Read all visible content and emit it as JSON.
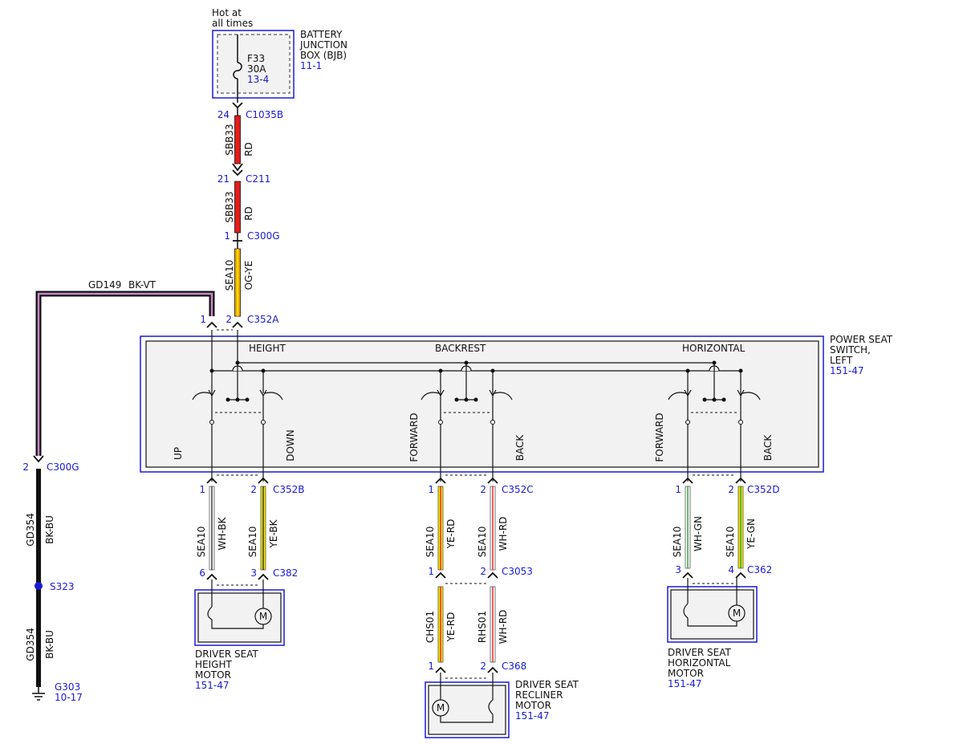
{
  "colors": {
    "blue": "#1a1ad6",
    "red": "#e31b1b",
    "og_ye": "#f0a800",
    "yellow": "#f2e600",
    "yellow_core": "#c9c000",
    "green": "#2a9a2a",
    "violet": "#c888c8",
    "black": "#111111",
    "box_fill": "#f2f2f2"
  },
  "bjb": {
    "hot": [
      "Hot at",
      "all times"
    ],
    "fuse": "F33",
    "amps": "30A",
    "ref": "13-4",
    "name": [
      "BATTERY",
      "JUNCTION",
      "BOX (BJB)"
    ],
    "name_ref": "11-1"
  },
  "connectors": {
    "c1035b": {
      "pin": "24",
      "name": "C1035B"
    },
    "c211": {
      "pin": "21",
      "name": "C211"
    },
    "c300g_top": {
      "pin": "1",
      "name": "C300G"
    },
    "c352a": {
      "pin1": "1",
      "pin2": "2",
      "name": "C352A"
    },
    "c300g_left": {
      "pin": "2",
      "name": "C300G"
    },
    "c352b": {
      "pin1": "1",
      "pin2": "2",
      "name": "C352B"
    },
    "c352c": {
      "pin1": "1",
      "pin2": "2",
      "name": "C352C"
    },
    "c352d": {
      "pin1": "1",
      "pin2": "2",
      "name": "C352D"
    },
    "c382": {
      "pin1": "6",
      "pin2": "3",
      "name": "C382"
    },
    "c3053": {
      "pin1": "1",
      "pin2": "2",
      "name": "C3053"
    },
    "c368": {
      "pin1": "1",
      "pin2": "2",
      "name": "C368"
    },
    "c362": {
      "pin1": "3",
      "pin2": "4",
      "name": "C362"
    }
  },
  "wires": {
    "sbb33_a": {
      "circuit": "SBB33",
      "color": "RD"
    },
    "sbb33_b": {
      "circuit": "SBB33",
      "color": "RD"
    },
    "sea10_supply": {
      "circuit": "SEA10",
      "color": "OG-YE"
    },
    "gd149": {
      "circuit": "GD149",
      "color": "BK-VT"
    },
    "gd354_a": {
      "circuit": "GD354",
      "color": "BK-BU"
    },
    "gd354_b": {
      "circuit": "GD354",
      "color": "BK-BU"
    },
    "h1": {
      "circuit": "SEA10",
      "color": "WH-BK"
    },
    "h2": {
      "circuit": "SEA10",
      "color": "YE-BK"
    },
    "b1": {
      "circuit": "SEA10",
      "color": "YE-RD"
    },
    "b2": {
      "circuit": "SEA10",
      "color": "WH-RD"
    },
    "b3": {
      "circuit": "CHS01",
      "color": "YE-RD"
    },
    "b4": {
      "circuit": "RHS01",
      "color": "WH-RD"
    },
    "z1": {
      "circuit": "SEA10",
      "color": "WH-GN"
    },
    "z2": {
      "circuit": "SEA10",
      "color": "YE-GN"
    }
  },
  "splice": {
    "name": "S323"
  },
  "ground": {
    "name": "G303",
    "ref": "10-17"
  },
  "switch": {
    "name": [
      "POWER SEAT",
      "SWITCH,",
      "LEFT"
    ],
    "ref": "151-47",
    "height": "HEIGHT",
    "backrest": "BACKREST",
    "horizontal": "HORIZONTAL",
    "up": "UP",
    "down": "DOWN",
    "forward1": "FORWARD",
    "back1": "BACK",
    "forward2": "FORWARD",
    "back2": "BACK"
  },
  "motors": {
    "height": {
      "name": [
        "DRIVER SEAT",
        "HEIGHT",
        "MOTOR"
      ],
      "ref": "151-47",
      "symbol": "M"
    },
    "recliner": {
      "name": [
        "DRIVER SEAT",
        "RECLINER",
        "MOTOR"
      ],
      "ref": "151-47",
      "symbol": "M"
    },
    "horizontal": {
      "name": [
        "DRIVER SEAT",
        "HORIZONTAL",
        "MOTOR"
      ],
      "ref": "151-47",
      "symbol": "M"
    }
  }
}
